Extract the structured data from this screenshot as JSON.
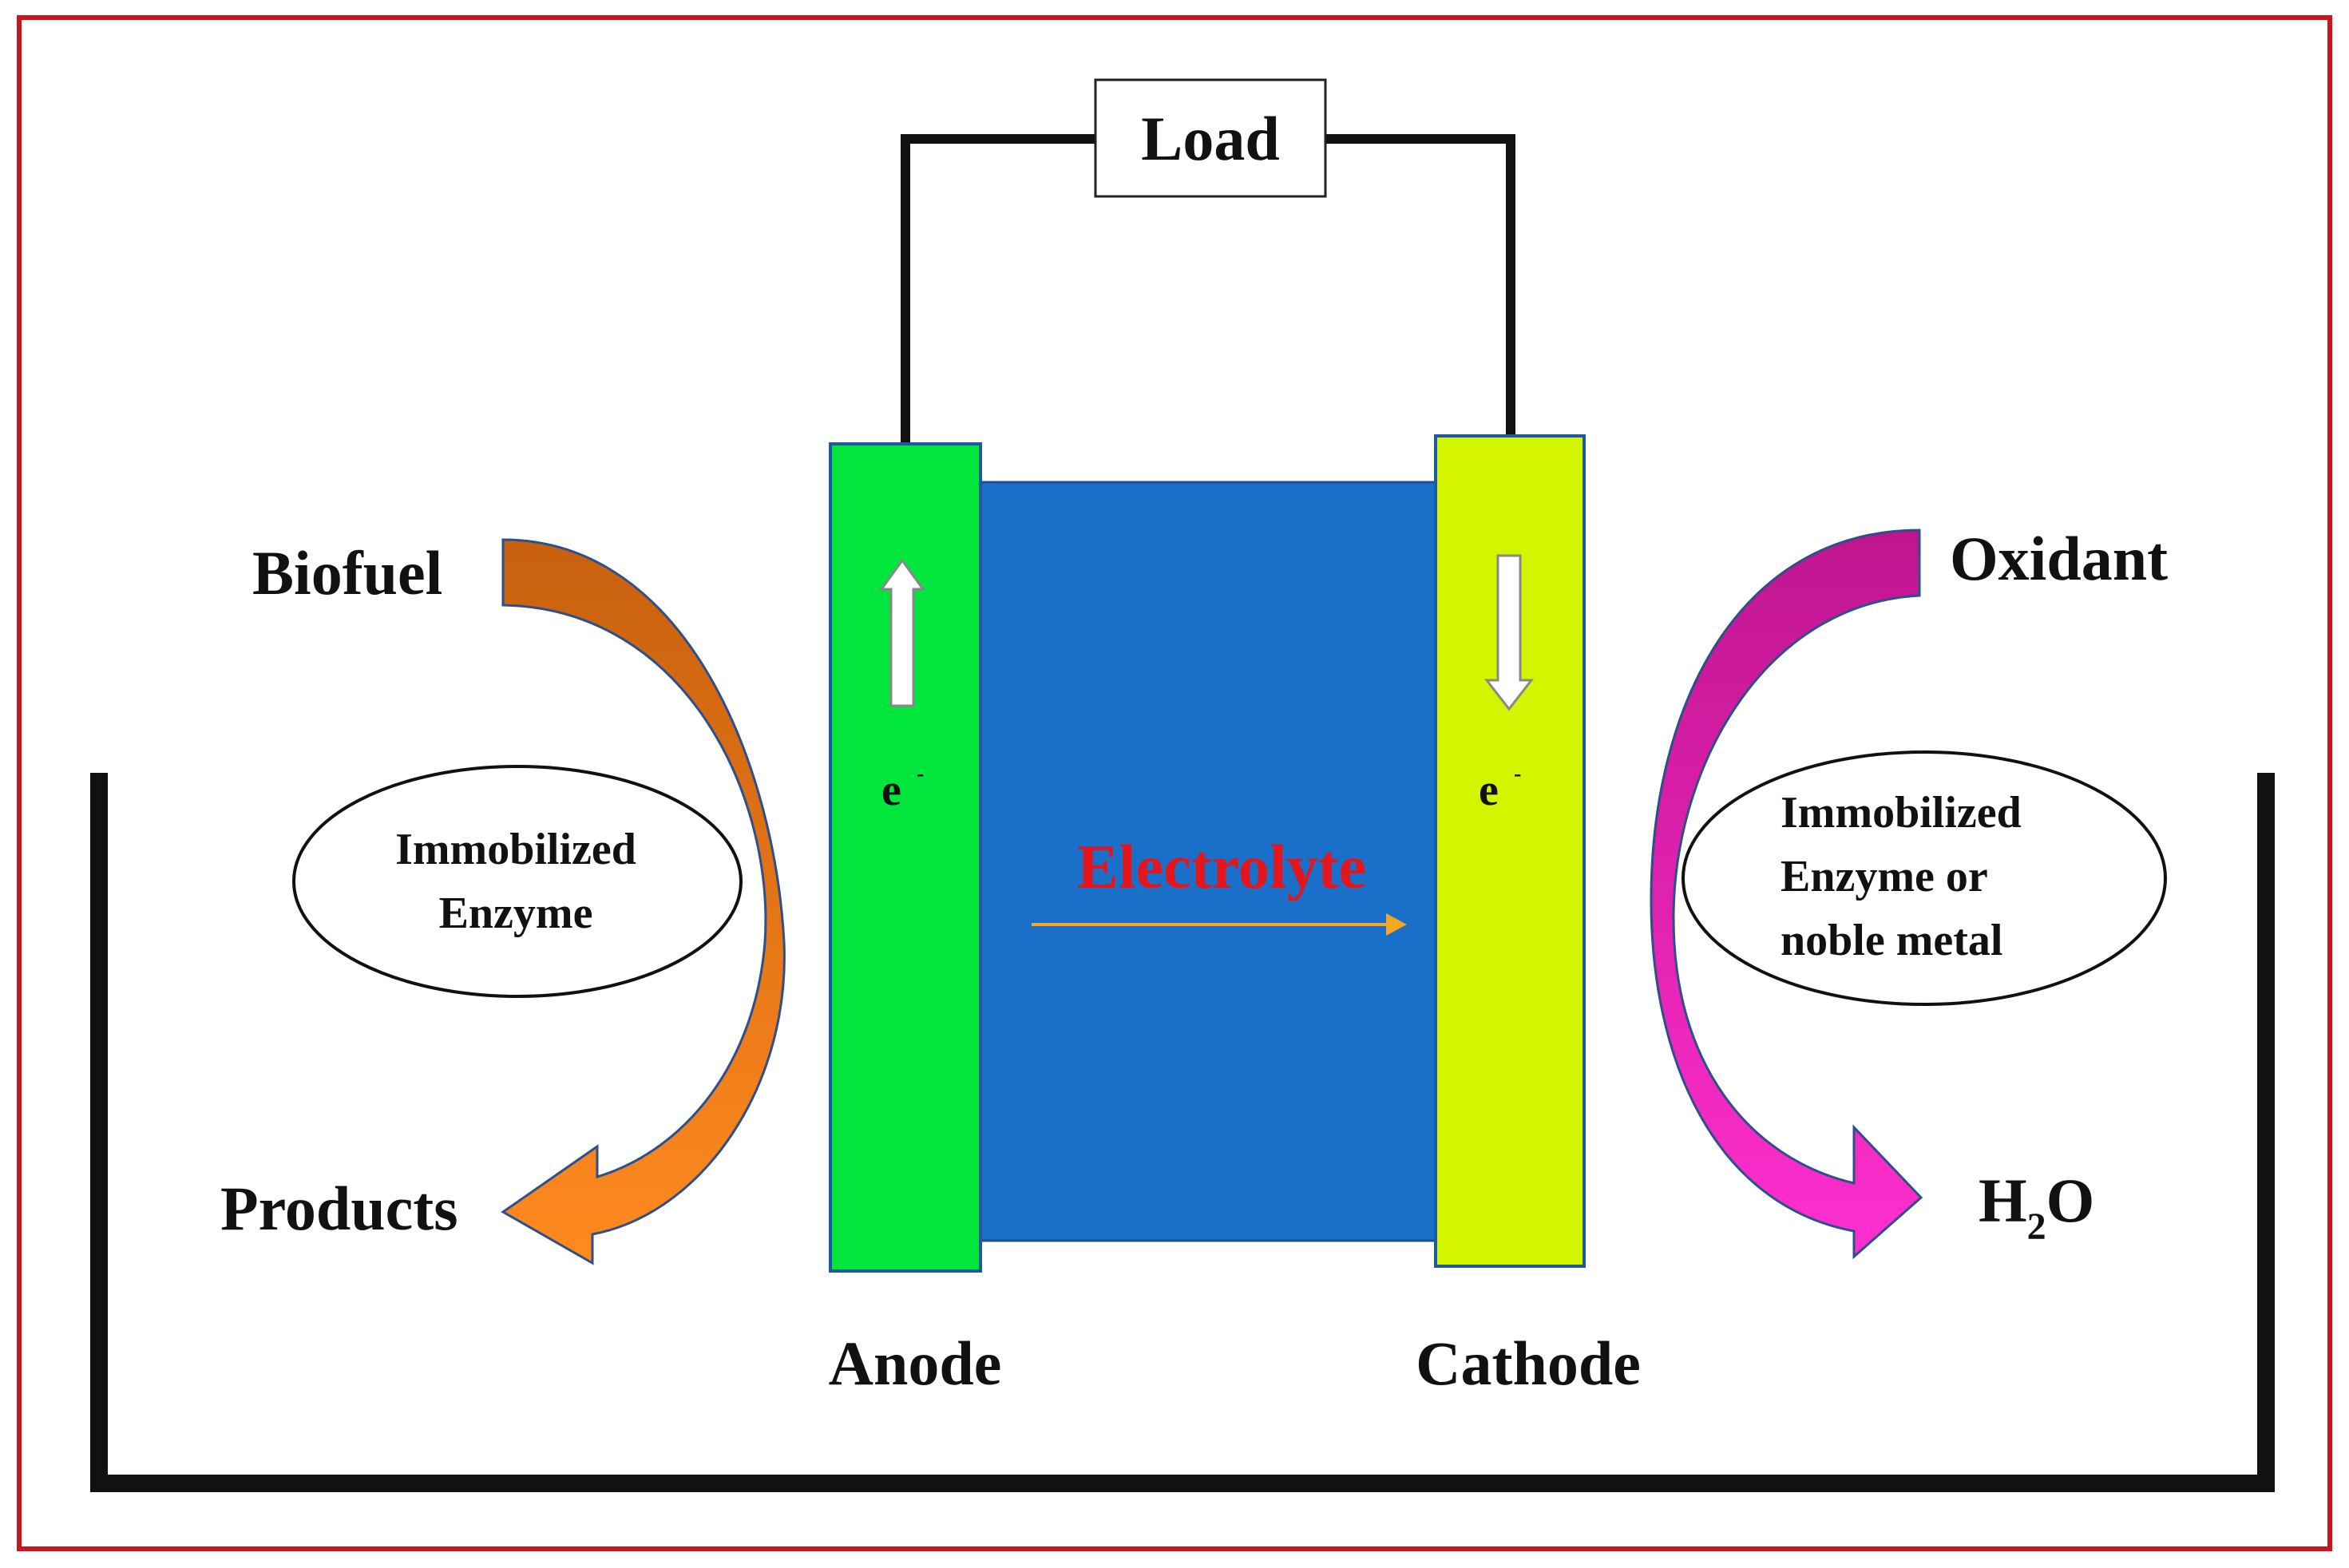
{
  "labels": {
    "load": "Load",
    "biofuel": "Biofuel",
    "products": "Products",
    "oxidant": "Oxidant",
    "water_main": "H",
    "water_sub": "2",
    "water_tail": "O",
    "anode": "Anode",
    "cathode": "Cathode",
    "electrolyte": "Electrolyte",
    "electron_anode": "e",
    "electron_cathode": "e",
    "electron_charge": "-"
  },
  "left_ellipse": {
    "line1": "Immobilized",
    "line2": "Enzyme"
  },
  "right_ellipse": {
    "line1": "Immobilized",
    "line2": "Enzyme or",
    "line3": "noble metal"
  },
  "colors": {
    "frame": "#c8161d",
    "anode": "#00e63c",
    "cathode": "#d4f500",
    "electrolyte": "#1a6fc9",
    "electrolyte_text": "#e3161d",
    "electrolyte_arrow": "#f5a623",
    "biofuel_arrow": "#f07a1a",
    "oxidant_arrow": "#e81cb5",
    "wire": "#111111"
  }
}
